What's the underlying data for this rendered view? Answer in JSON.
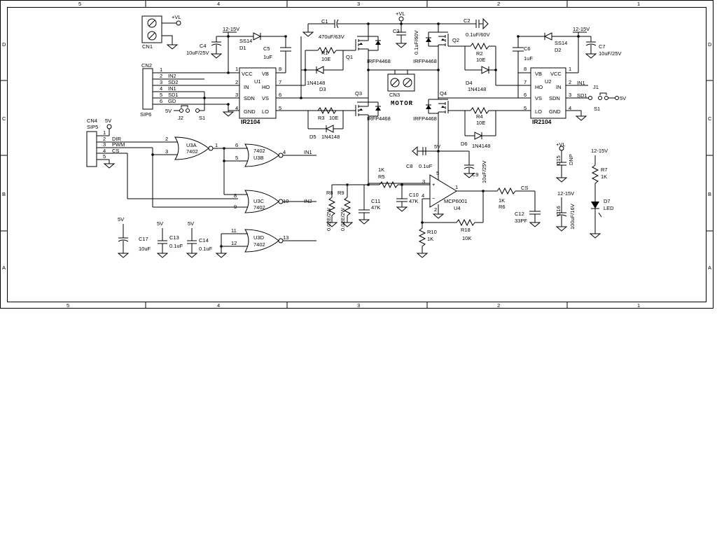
{
  "frame": {
    "columns": [
      "5",
      "4",
      "3",
      "2",
      "1"
    ],
    "rows": [
      "D",
      "C",
      "B",
      "A"
    ]
  },
  "driver_left": {
    "ref": "U1",
    "part": "IR2104",
    "pins_left": [
      {
        "num": "1",
        "name": "VCC"
      },
      {
        "num": "2",
        "name": "IN"
      },
      {
        "num": "3",
        "name": "SDN"
      },
      {
        "num": "4",
        "name": "GND"
      }
    ],
    "pins_right": [
      {
        "num": "8",
        "name": "VB"
      },
      {
        "num": "7",
        "name": "HO"
      },
      {
        "num": "6",
        "name": "VS"
      },
      {
        "num": "5",
        "name": "LO"
      }
    ]
  },
  "driver_right": {
    "ref": "U2",
    "part": "IR2104",
    "pins_left": [
      {
        "num": "8",
        "name": "VB"
      },
      {
        "num": "7",
        "name": "HO"
      },
      {
        "num": "6",
        "name": "VS"
      },
      {
        "num": "5",
        "name": "LO"
      }
    ],
    "pins_right": [
      {
        "num": "1",
        "name": "VCC"
      },
      {
        "num": "2",
        "name": "IN"
      },
      {
        "num": "3",
        "name": "SDN"
      },
      {
        "num": "4",
        "name": "GND"
      }
    ],
    "nets": {
      "in": "IN1",
      "sd": "SD1",
      "j1": "J1",
      "s1": "S1",
      "v": "5V"
    }
  },
  "cn1": {
    "ref": "CN1",
    "net": "+VL"
  },
  "cn2": {
    "ref": "CN2",
    "part": "SIP6",
    "pins": [
      {
        "num": "1",
        "net": ""
      },
      {
        "num": "2",
        "net": "IN2"
      },
      {
        "num": "3",
        "net": "SD2"
      },
      {
        "num": "4",
        "net": "IN1"
      },
      {
        "num": "5",
        "net": "SD1"
      },
      {
        "num": "6",
        "net": "GD"
      }
    ]
  },
  "j2": {
    "ref": "J2",
    "s": "S1",
    "v": "5V"
  },
  "cn4": {
    "ref": "CN4",
    "part": "SIP5",
    "v": "5V",
    "pins": [
      {
        "num": "1",
        "net": ""
      },
      {
        "num": "2",
        "net": "DIR"
      },
      {
        "num": "3",
        "net": "PWM"
      },
      {
        "num": "4",
        "net": "CS"
      },
      {
        "num": "5",
        "net": ""
      }
    ]
  },
  "power": {
    "v1215": "12-15V",
    "vl": "+VL",
    "v5": "5V"
  },
  "diodes": {
    "d1": {
      "ref": "D1",
      "part": "SS14"
    },
    "d2": {
      "ref": "D2",
      "part": "SS14"
    },
    "d3": {
      "ref": "D3",
      "part": "1N4148"
    },
    "d4": {
      "ref": "D4",
      "part": "1N4148"
    },
    "d5": {
      "ref": "D5",
      "part": "1N4148"
    },
    "d6": {
      "ref": "D6",
      "part": "1N4148"
    },
    "d7": {
      "ref": "D7",
      "part": "LED"
    }
  },
  "caps": {
    "c1": {
      "ref": "C1",
      "value": "470uF/63V"
    },
    "c2": {
      "ref": "C2",
      "value": "0.1uF/60V"
    },
    "c3": {
      "ref": "C3",
      "value": "0.1uF/60V"
    },
    "c4": {
      "ref": "C4",
      "value": "10uF/25V"
    },
    "c5": {
      "ref": "C5",
      "value": "1uF"
    },
    "c6": {
      "ref": "C6",
      "value": "1uF"
    },
    "c7": {
      "ref": "C7",
      "value": "10uF/25V"
    },
    "c8": {
      "ref": "C8",
      "value": "0.1uF"
    },
    "c9": {
      "ref": "C9",
      "value": "10uF/25V"
    },
    "c10": {
      "ref": "C10",
      "value": "47K"
    },
    "c11": {
      "ref": "C11",
      "value": "47K"
    },
    "c12": {
      "ref": "C12",
      "value": "33PF"
    },
    "c13": {
      "ref": "C13",
      "value": "0.1uF"
    },
    "c14": {
      "ref": "C14",
      "value": "0.1uF"
    },
    "c15": {
      "ref": "C15",
      "value": "DNP"
    },
    "c16": {
      "ref": "C16",
      "value": "100uF/16V"
    },
    "c17": {
      "ref": "C17",
      "value": "10uF"
    }
  },
  "resistors": {
    "r1": {
      "ref": "R1",
      "value": "10E"
    },
    "r2": {
      "ref": "R2",
      "value": "10E"
    },
    "r3": {
      "ref": "R3",
      "value": "10E"
    },
    "r4": {
      "ref": "R4",
      "value": "10E"
    },
    "r5": {
      "ref": "R5",
      "value": "1K"
    },
    "r6": {
      "ref": "R6",
      "value": "1K"
    },
    "r7": {
      "ref": "R7",
      "value": "1K"
    },
    "r8": {
      "ref": "R8",
      "value": "0.02E/2W"
    },
    "r9": {
      "ref": "R9",
      "value": "0.02E/2W"
    },
    "r10": {
      "ref": "R10",
      "value": "1K"
    },
    "r18": {
      "ref": "R18",
      "value": "10K"
    }
  },
  "fets": {
    "q1": {
      "ref": "Q1",
      "part": "IRFP4468"
    },
    "q2": {
      "ref": "Q2",
      "part": "IRFP4468"
    },
    "q3": {
      "ref": "Q3",
      "part": "IRFP4468"
    },
    "q4": {
      "ref": "Q4",
      "part": "IRFP4468"
    }
  },
  "cn3": {
    "ref": "CN3",
    "label": "MOTOR"
  },
  "gates": {
    "u3a": {
      "ref": "U3A",
      "part": "7402",
      "in1": "2",
      "in2": "3",
      "out": "1"
    },
    "u3b": {
      "ref": "U3B",
      "part": "7402",
      "in1": "6",
      "in2": "5",
      "out": "4",
      "net": "IN1"
    },
    "u3c": {
      "ref": "U3C",
      "part": "7402",
      "in1": "8",
      "in2": "9",
      "out": "10",
      "net": "IN2"
    },
    "u3d": {
      "ref": "U3D",
      "part": "7402",
      "in1": "11",
      "in2": "12",
      "out": "13"
    }
  },
  "opamp": {
    "ref": "U4",
    "part": "MCP6001",
    "pin_plus": "3",
    "pin_minus": "4",
    "pin_out": "1",
    "pin_v": "5",
    "pin_g": "2",
    "net_out": "CS"
  }
}
